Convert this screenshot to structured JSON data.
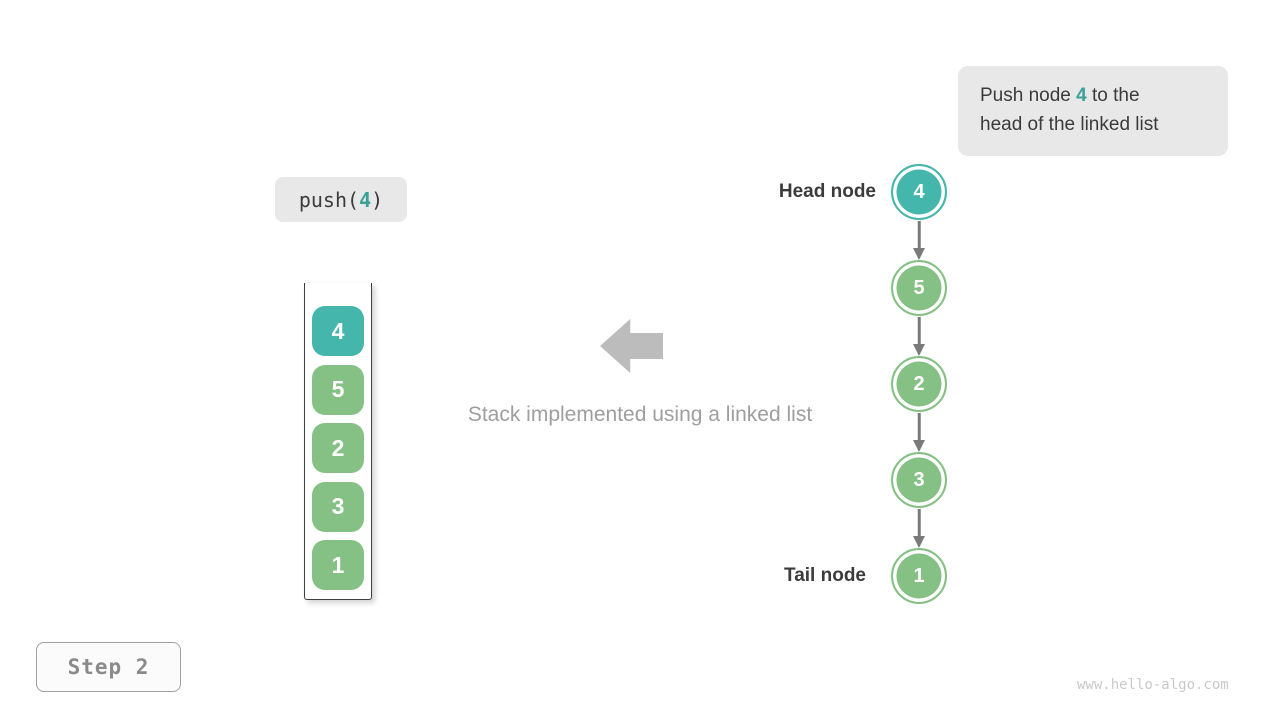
{
  "colors": {
    "teal": "#45b6ac",
    "teal-text": "#3ba197",
    "node-green": "#85c185",
    "connector": "#7a7a7a",
    "block-arrow": "#bcbcbc",
    "callout-bg": "#e8e8e8",
    "dark-text": "#3b3b3b",
    "caption-gray": "#9e9e9e",
    "step-gray": "#8a8a8a",
    "watermark-gray": "#c9c9c9",
    "container-border": "#3f3f3f"
  },
  "callout": {
    "prefix": "Push node ",
    "value": "4",
    "suffix": " to the",
    "line2": "head of the linked list"
  },
  "operation": {
    "prefix": "push(",
    "value": "4",
    "suffix": ")"
  },
  "stack": {
    "values": [
      "4",
      "5",
      "2",
      "3",
      "1"
    ]
  },
  "caption": "Stack implemented using a linked list",
  "linked_list": {
    "head_label": "Head node",
    "tail_label": "Tail node",
    "values": [
      "4",
      "5",
      "2",
      "3",
      "1"
    ]
  },
  "step_label": "Step 2",
  "watermark": "www.hello-algo.com"
}
